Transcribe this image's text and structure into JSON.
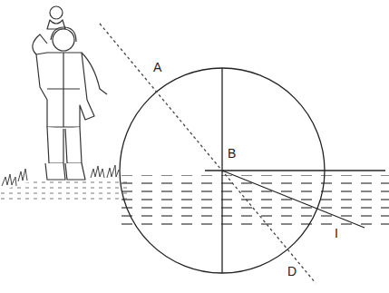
{
  "diagram": {
    "labels": [
      "A",
      "B",
      "I",
      "D"
    ]
  }
}
